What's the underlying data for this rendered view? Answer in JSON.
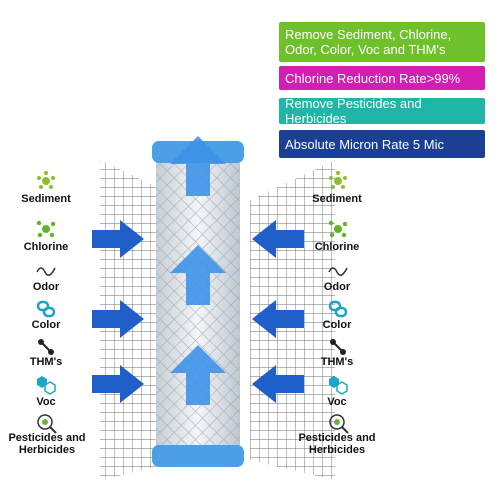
{
  "badges": [
    {
      "text": "Remove Sediment, Chlorine, Odor, Color, Voc and THM's",
      "color": "#6ec12b"
    },
    {
      "text": "Chlorine Reduction Rate>99%",
      "color": "#d21fb2"
    },
    {
      "text": "Remove Pesticides and Herbicides",
      "color": "#1fb6a6"
    },
    {
      "text": "Absolute Micron Rate 5 Mic",
      "color": "#1a3f95"
    }
  ],
  "contaminants": [
    "Sediment",
    "Chlorine",
    "Odor",
    "Color",
    "THM's",
    "Voc",
    "Pesticides and Herbicides"
  ],
  "icons": [
    "sediment-icon",
    "chlorine-icon",
    "odor-icon",
    "color-icon",
    "thm-icon",
    "voc-icon",
    "pesticide-icon"
  ],
  "colors": {
    "arrow": "#1f6fd6",
    "cap": "#4a9fe6",
    "filter": "#e8edf2"
  }
}
